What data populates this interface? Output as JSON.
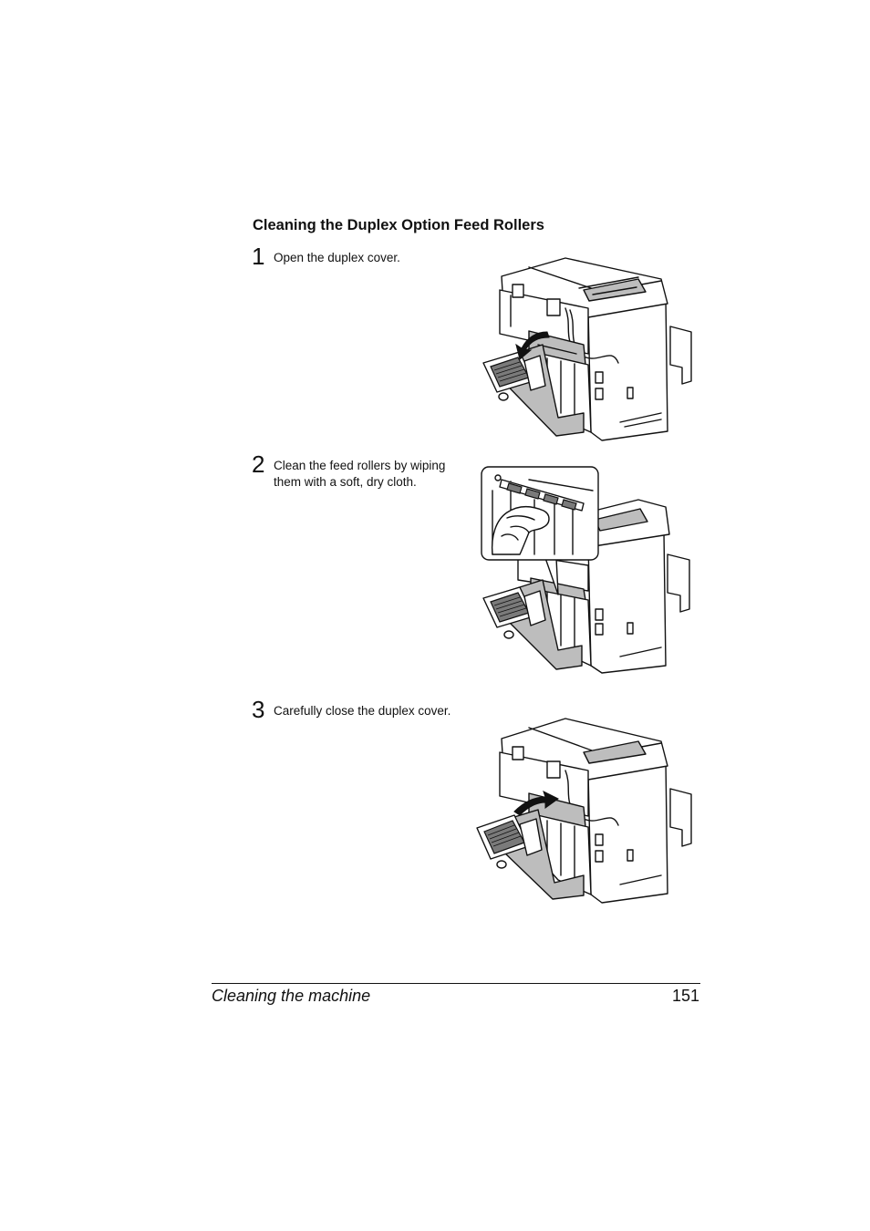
{
  "section": {
    "title": "Cleaning the Duplex Option Feed Rollers"
  },
  "steps": [
    {
      "number": "1",
      "text": "Open the duplex cover."
    },
    {
      "number": "2",
      "text": "Clean the feed rollers by wiping them with a soft, dry cloth."
    },
    {
      "number": "3",
      "text": "Carefully close the duplex cover."
    }
  ],
  "footer": {
    "chapter": "Cleaning the machine",
    "page": "151"
  }
}
